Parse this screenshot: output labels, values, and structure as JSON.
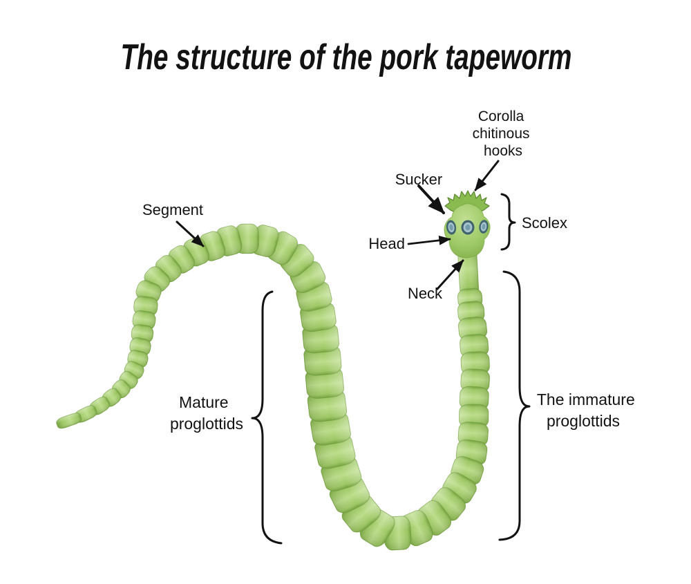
{
  "title": "The structure of the pork tapeworm",
  "diagram_subject": "pork tapeworm anatomy",
  "labels": {
    "segment": "Segment",
    "sucker": "Sucker",
    "corolla_line1": "Corolla",
    "corolla_line2": "chitinous",
    "corolla_line3": "hooks",
    "head": "Head",
    "neck": "Neck",
    "scolex": "Scolex",
    "mature_line1": "Mature",
    "mature_line2": "proglottids",
    "immature_line1": "The immature",
    "immature_line2": "proglottids"
  },
  "colors": {
    "ink": "#121212",
    "background": "#ffffff",
    "seg_dark": "#74a23e",
    "seg_mid": "#9cc662",
    "seg_light": "#bcdd8b",
    "seg_edge": "#6f9e3a",
    "head_light": "#c3e094",
    "head_mid": "#a0cb69",
    "head_dark": "#7fad47",
    "crest_fill": "#8abb51",
    "crest_edge": "#5f8c33",
    "sucker_ring": "#3f646e",
    "sucker_mid": "#a6c3cc",
    "sucker_center": "#749dac"
  }
}
